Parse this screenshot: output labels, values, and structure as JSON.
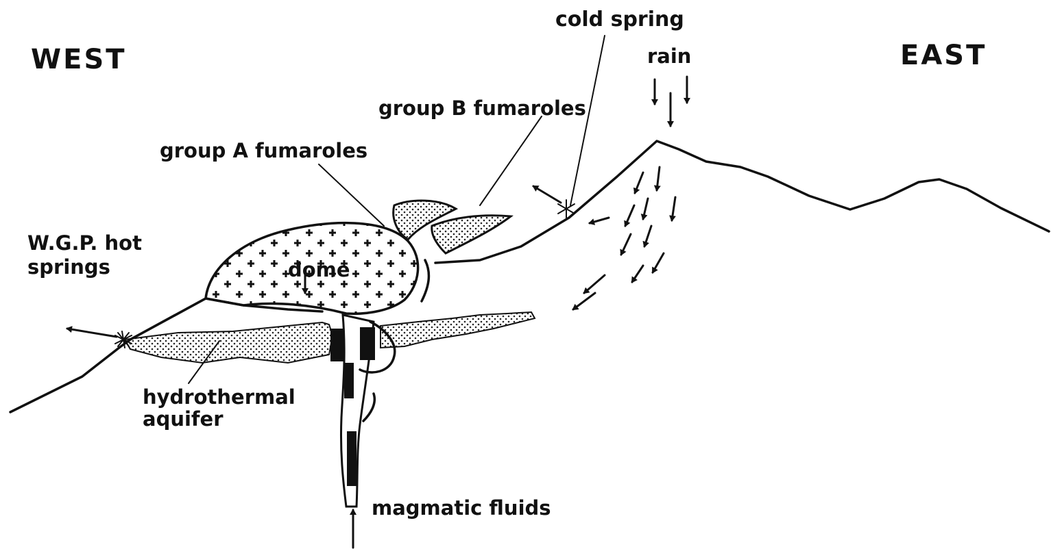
{
  "labels": {
    "west": "WEST",
    "east": "EAST",
    "cold_spring": "cold spring",
    "rain": "rain",
    "group_b": "group B fumaroles",
    "group_a": "group A fumaroles",
    "wgp_line1": "W.G.P. hot",
    "wgp_line2": "springs",
    "dome": "dome",
    "aquifer_line1": "hydrothermal",
    "aquifer_line2": "aquifer",
    "magmatic": "magmatic fluids"
  }
}
